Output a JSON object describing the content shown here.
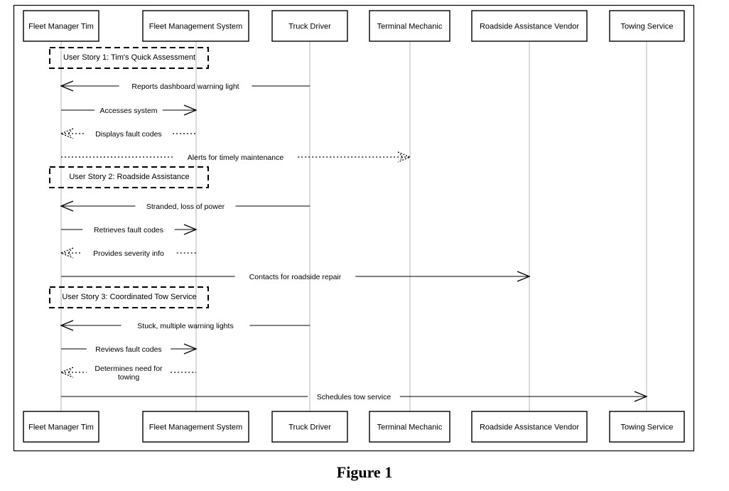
{
  "diagram": {
    "participants": [
      "Fleet Manager Tim",
      "Fleet Management System",
      "Truck Driver",
      "Terminal Mechanic",
      "Roadside Assistance Vendor",
      "Towing Service"
    ],
    "groups": [
      {
        "label": "User Story 1: Tim's Quick Assessment"
      },
      {
        "label": "User Story 2: Roadside Assistance"
      },
      {
        "label": "User Story 3: Coordinated Tow Service"
      }
    ],
    "messages": [
      {
        "from": 2,
        "to": 0,
        "style": "solid",
        "label": [
          "Reports dashboard warning light"
        ]
      },
      {
        "from": 0,
        "to": 1,
        "style": "solid",
        "label": [
          "Accesses system"
        ]
      },
      {
        "from": 1,
        "to": 0,
        "style": "dotted",
        "label": [
          "Displays fault codes"
        ]
      },
      {
        "from": 0,
        "to": 3,
        "style": "dotted",
        "label": [
          "Alerts for timely maintenance"
        ]
      },
      {
        "from": 2,
        "to": 0,
        "style": "solid",
        "label": [
          "Stranded, loss of power"
        ]
      },
      {
        "from": 0,
        "to": 1,
        "style": "solid",
        "label": [
          "Retrieves fault codes"
        ]
      },
      {
        "from": 1,
        "to": 0,
        "style": "dotted",
        "label": [
          "Provides severity info"
        ]
      },
      {
        "from": 0,
        "to": 4,
        "style": "solid",
        "label": [
          "Contacts for roadside repair"
        ]
      },
      {
        "from": 2,
        "to": 0,
        "style": "solid",
        "label": [
          "Stuck, multiple warning lights"
        ]
      },
      {
        "from": 0,
        "to": 1,
        "style": "solid",
        "label": [
          "Reviews fault codes"
        ]
      },
      {
        "from": 1,
        "to": 0,
        "style": "dotted",
        "label": [
          "Determines need for",
          "towing"
        ]
      },
      {
        "from": 0,
        "to": 5,
        "style": "solid",
        "label": [
          "Schedules tow service"
        ]
      }
    ]
  },
  "caption": "Figure 1"
}
